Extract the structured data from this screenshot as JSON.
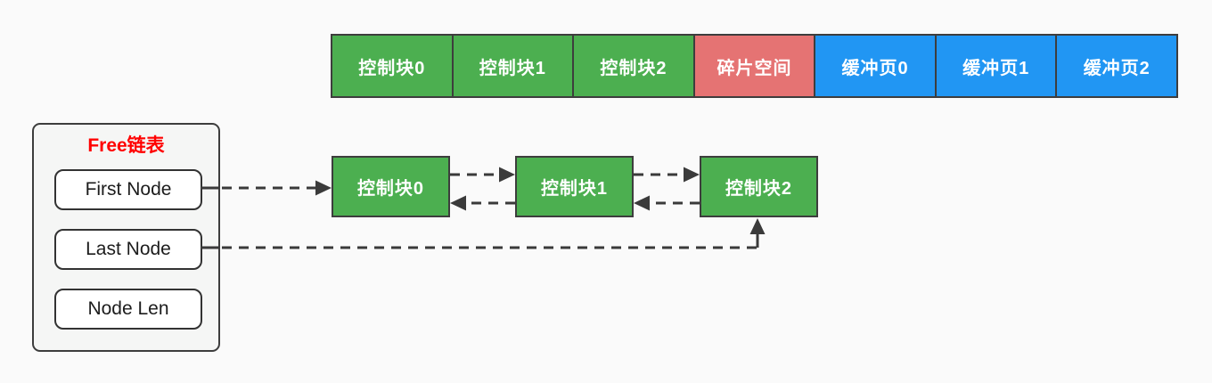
{
  "colors": {
    "green": "#4caf50",
    "red": "#e57373",
    "blue": "#2196f3",
    "title_red": "#ff0000"
  },
  "memory_row": {
    "cells": [
      {
        "label": "控制块0",
        "type": "control-block"
      },
      {
        "label": "控制块1",
        "type": "control-block"
      },
      {
        "label": "控制块2",
        "type": "control-block"
      },
      {
        "label": "碎片空间",
        "type": "fragment-space"
      },
      {
        "label": "缓冲页0",
        "type": "buffer-page"
      },
      {
        "label": "缓冲页1",
        "type": "buffer-page"
      },
      {
        "label": "缓冲页2",
        "type": "buffer-page"
      }
    ]
  },
  "free_list": {
    "title": "Free链表",
    "fields": [
      "First Node",
      "Last Node",
      "Node Len"
    ]
  },
  "linked_list": {
    "nodes": [
      "控制块0",
      "控制块1",
      "控制块2"
    ]
  }
}
